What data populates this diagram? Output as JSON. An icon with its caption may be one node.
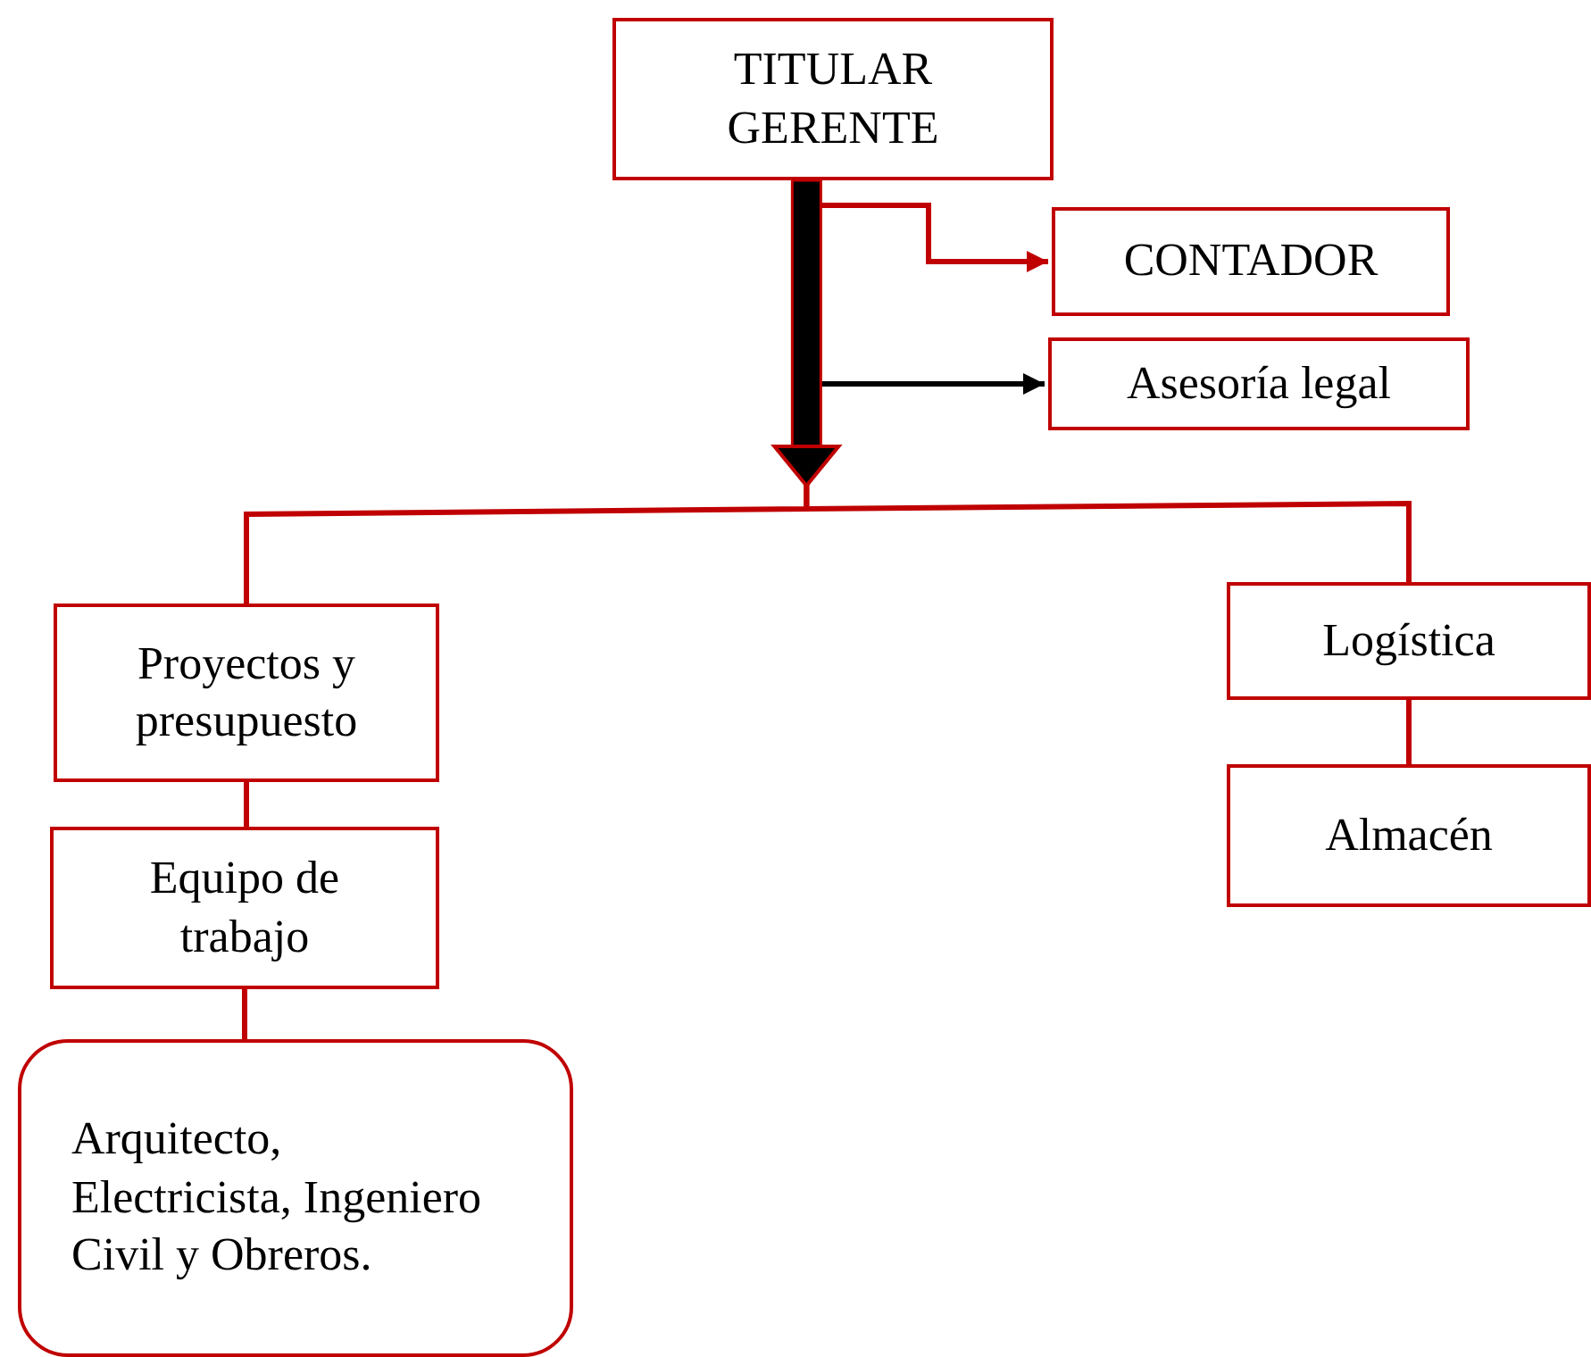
{
  "diagram": {
    "nodes": [
      {
        "text": [
          "TITULAR GERENTE"
        ]
      },
      {
        "text": [
          "CONTADOR"
        ]
      },
      {
        "text": [
          "Asesoría legal"
        ]
      },
      {
        "text": [
          "Proyectos y presupuesto"
        ]
      },
      {
        "text": [
          "Logística"
        ]
      },
      {
        "text": [
          "Equipo de trabajo"
        ]
      },
      {
        "text": [
          "Almacén"
        ]
      },
      {
        "text": [
          "Arquitecto, Electricista, Ingeniero Civil y Obreros."
        ]
      }
    ],
    "edges": [
      {
        "from": 0,
        "to": 1,
        "arrow": "to"
      },
      {
        "from": 0,
        "to": 2,
        "arrow": "to",
        "color": "#000000"
      },
      {
        "from": 0,
        "to": 3,
        "arrow": "to"
      },
      {
        "from": 0,
        "to": 4,
        "arrow": "to"
      },
      {
        "from": 3,
        "to": 5,
        "arrow": "none"
      },
      {
        "from": 5,
        "to": 7,
        "arrow": "none"
      },
      {
        "from": 4,
        "to": 6,
        "arrow": "none"
      }
    ]
  }
}
